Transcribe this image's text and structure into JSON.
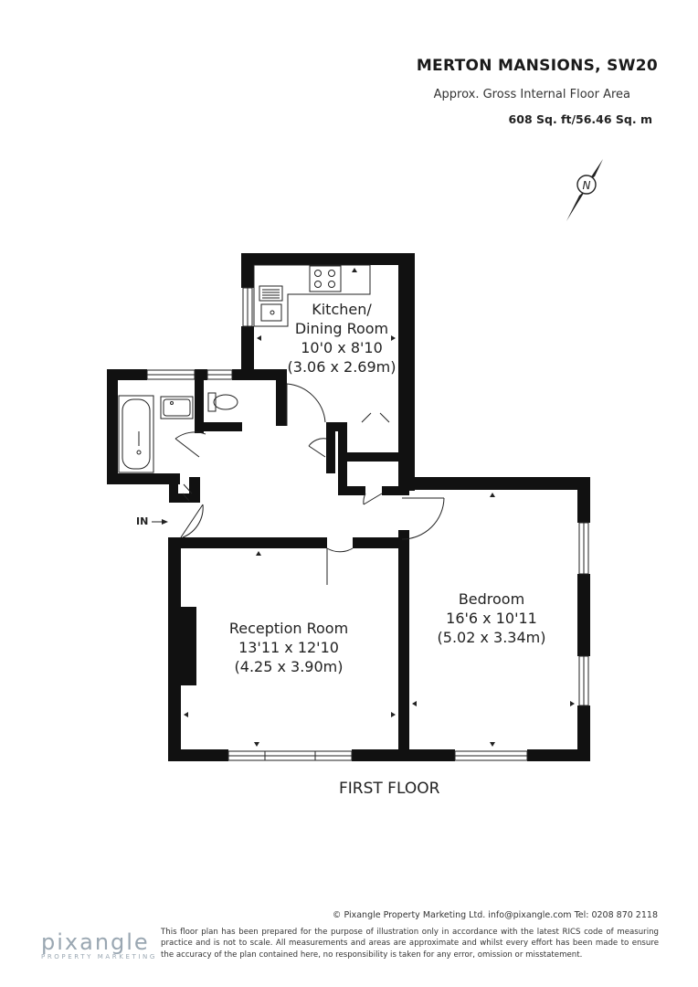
{
  "header": {
    "title": "MERTON MANSIONS, SW20",
    "subtitle": "Approx. Gross Internal Floor Area",
    "area": "608 Sq. ft/56.46 Sq. m"
  },
  "compass": {
    "label": "N"
  },
  "rooms": {
    "kitchen": {
      "name1": "Kitchen/",
      "name2": "Dining Room",
      "imperial": "10'0 x 8'10",
      "metric": "(3.06 x 2.69m)"
    },
    "reception": {
      "name": "Reception Room",
      "imperial": "13'11 x 12'10",
      "metric": "(4.25 x 3.90m)"
    },
    "bedroom": {
      "name": "Bedroom",
      "imperial": "16'6 x 10'11",
      "metric": "(5.02 x 3.34m)"
    }
  },
  "entrance": {
    "label": "IN"
  },
  "floor_label": "FIRST FLOOR",
  "footer": {
    "copyright": "© Pixangle Property Marketing Ltd. info@pixangle.com Tel: 0208 870 2118",
    "disclaimer": "This floor plan has been prepared for the purpose of illustration only in accordance with the latest RICS code of measuring practice and is not to scale. All measurements and areas are approximate and whilst every effort has been made to ensure the accuracy of the plan contained here, no responsibility is taken for any error, omission or misstatement.",
    "logo_word": "pixangle",
    "logo_sub": "PROPERTY MARKETING"
  }
}
